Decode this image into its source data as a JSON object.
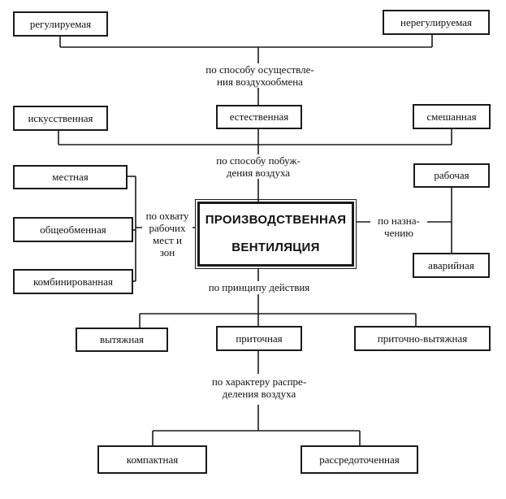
{
  "top_row": {
    "left": "регулируемая",
    "right": "нерегулируемая"
  },
  "label_exchange": {
    "line1": "по способу осуществле-",
    "line2": "ния воздухообмена"
  },
  "second_row": {
    "left": "искусственная",
    "middle": "естественная",
    "right": "смешанная"
  },
  "label_drive": {
    "line1": "по способу побуж-",
    "line2": "дения воздуха"
  },
  "left_group": {
    "items": [
      "местная",
      "общеобменная",
      "комбинированная"
    ]
  },
  "label_coverage": {
    "line1": "по охвату",
    "line2": "рабочих",
    "line3": "мест и",
    "line4": "зон"
  },
  "center": {
    "line1": "ПРОИЗВОДСТВЕННАЯ",
    "line2": "ВЕНТИЛЯЦИЯ"
  },
  "right_group": {
    "items": [
      "рабочая",
      "аварийная"
    ]
  },
  "label_purpose": {
    "line1": "по назна-",
    "line2": "чению"
  },
  "label_principle": "по принципу действия",
  "action_row": {
    "items": [
      "вытяжная",
      "приточная",
      "приточно-вытяжная"
    ]
  },
  "label_distribution": {
    "line1": "по характеру распре-",
    "line2": "деления воздуха"
  },
  "bottom_row": {
    "items": [
      "компактная",
      "рассредоточенная"
    ]
  }
}
